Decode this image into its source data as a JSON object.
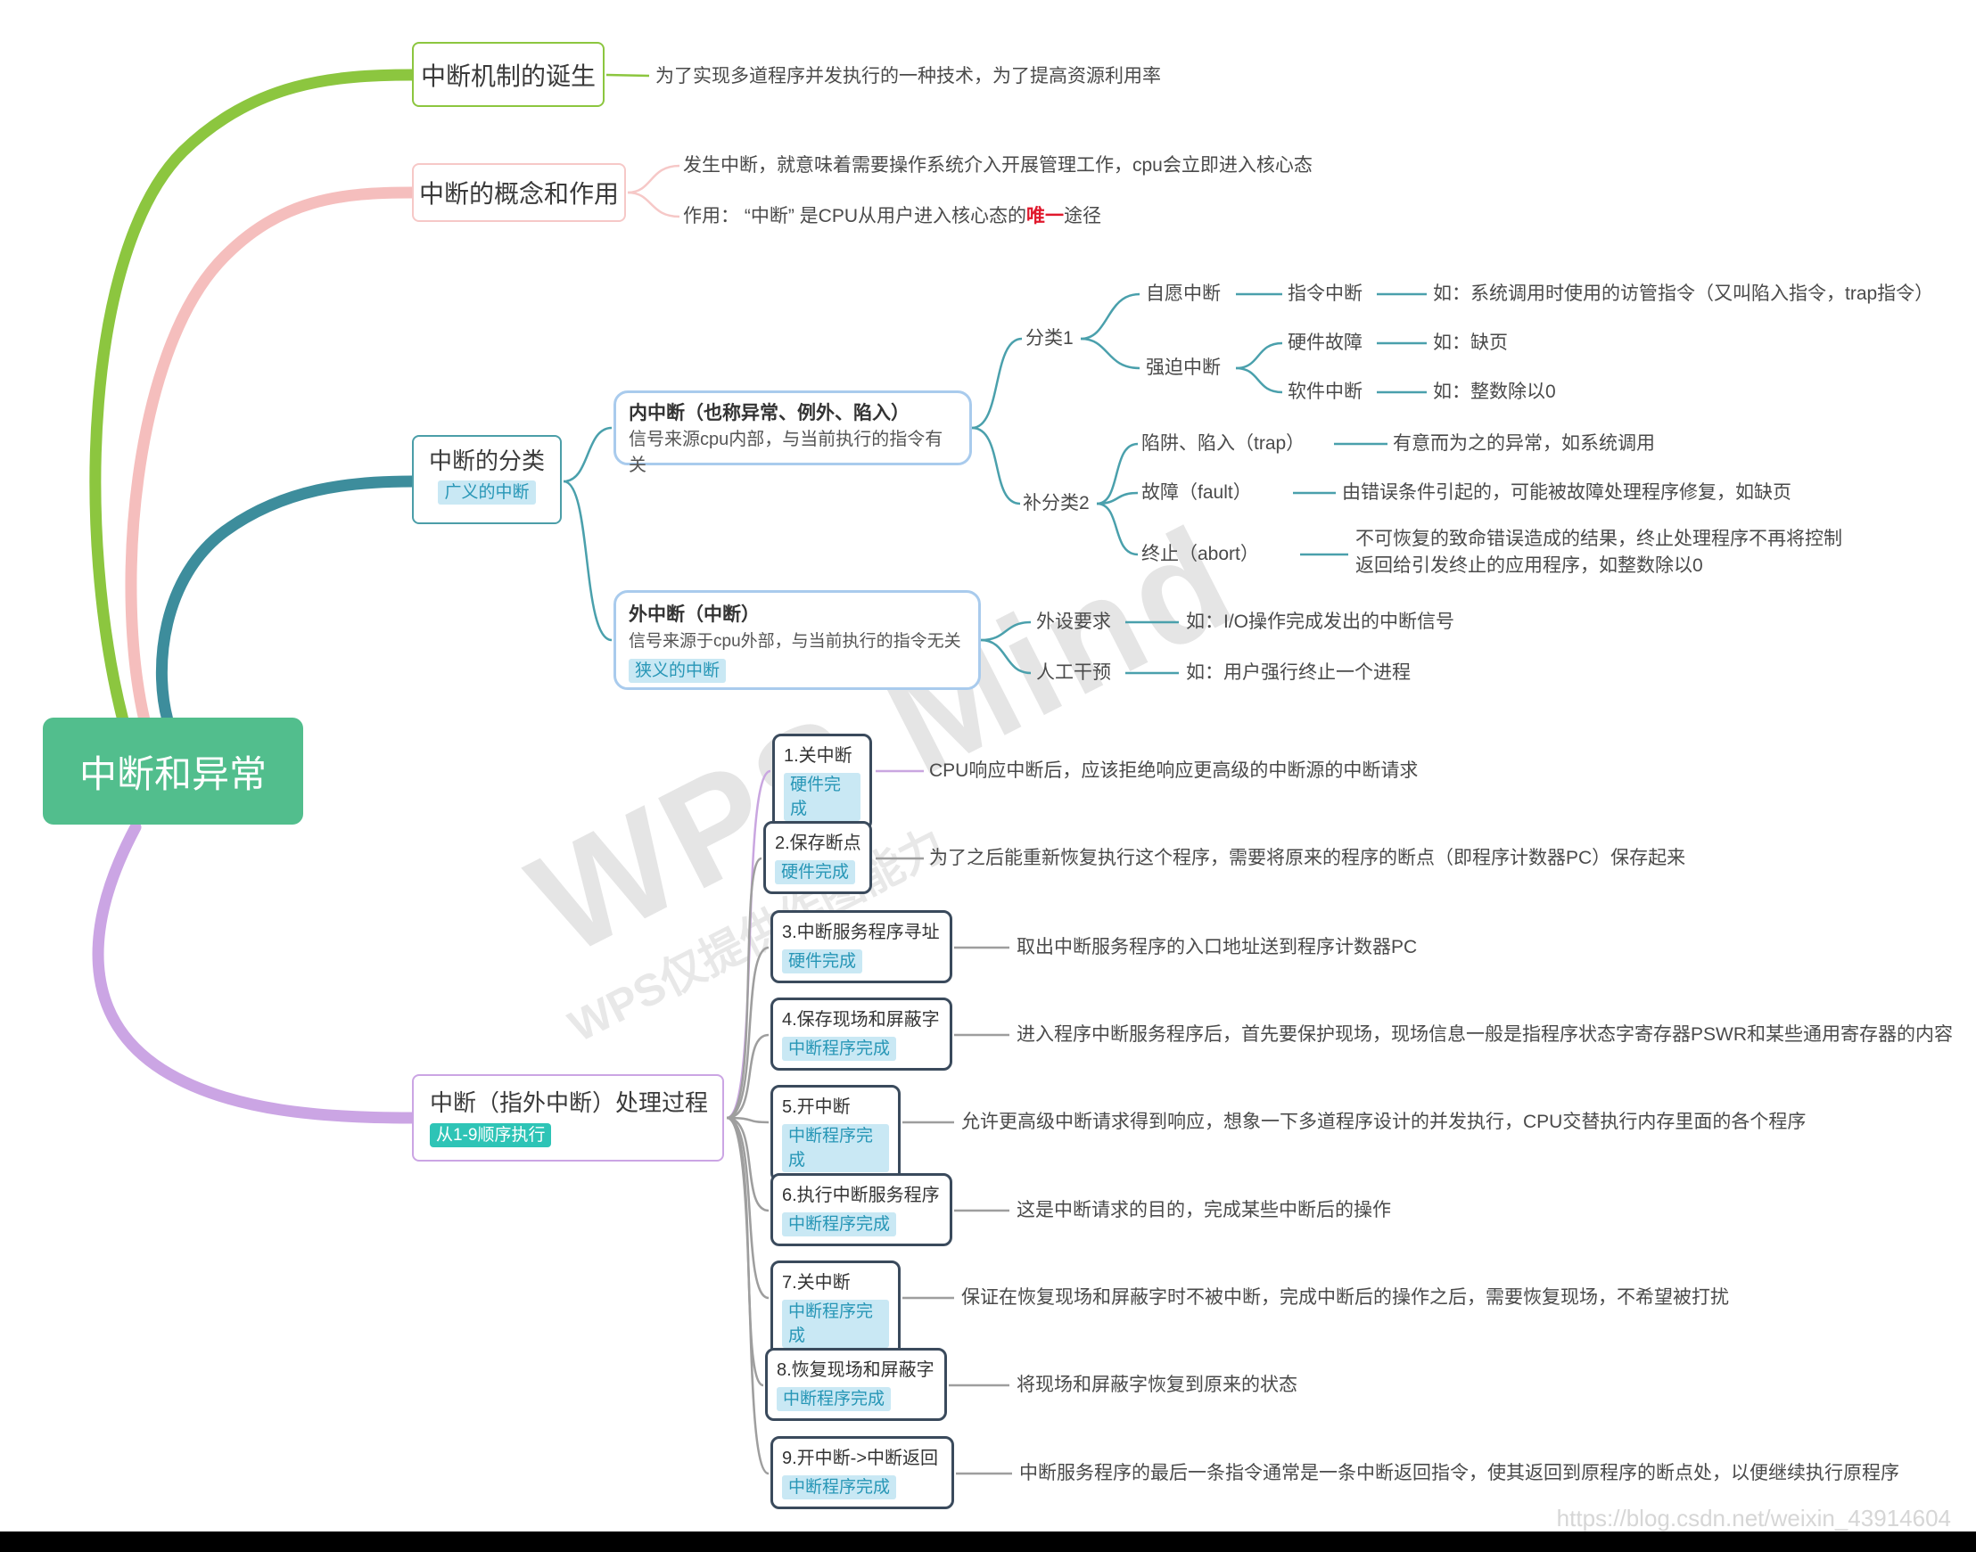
{
  "watermark": {
    "line1": "WPS Mind",
    "line2": "WPS仅提供作图能力"
  },
  "footer": {
    "url": "https://blog.csdn.net/weixin_43914604"
  },
  "root": {
    "label": "中断和异常"
  },
  "branch_birth": {
    "title": "中断机制的诞生",
    "note": "为了实现多道程序并发执行的一种技术，为了提高资源利用率"
  },
  "branch_concept": {
    "title": "中断的概念和作用",
    "note1": "发生中断，就意味着需要操作系统介入开展管理工作，cpu会立即进入核心态",
    "note2_prefix": "作用： “中断” 是CPU从用户进入核心态的",
    "note2_em": "唯一",
    "note2_suffix": "途径"
  },
  "branch_class": {
    "title": "中断的分类",
    "badge": "广义的中断",
    "inner": {
      "title": "内中断（也称异常、例外、陷入）",
      "subtitle": "信号来源cpu内部，与当前执行的指令有关",
      "cat1": {
        "label": "分类1",
        "voluntary": "自愿中断",
        "instruction": "指令中断",
        "instruction_note": "如：系统调用时使用的访管指令（又叫陷入指令，trap指令）",
        "forced": "强迫中断",
        "hardware": "硬件故障",
        "hardware_note": "如：缺页",
        "software": "软件中断",
        "software_note": "如：整数除以0"
      },
      "cat2": {
        "label": "补分类2",
        "trap": "陷阱、陷入（trap）",
        "trap_note": "有意而为之的异常，如系统调用",
        "fault": "故障（fault）",
        "fault_note": "由错误条件引起的，可能被故障处理程序修复，如缺页",
        "abort": "终止（abort）",
        "abort_note": "不可恢复的致命错误造成的结果，终止处理程序不再将控制返回给引发终止的应用程序，如整数除以0"
      }
    },
    "outer": {
      "title": "外中断（中断）",
      "subtitle": "信号来源于cpu外部，与当前执行的指令无关",
      "badge": "狭义的中断",
      "peripheral": "外设要求",
      "peripheral_note": "如：I/O操作完成发出的中断信号",
      "manual": "人工干预",
      "manual_note": "如：用户强行终止一个进程"
    }
  },
  "branch_process": {
    "title": "中断（指外中断）处理过程",
    "badge": "从1-9顺序执行",
    "steps": [
      {
        "title": "1.关中断",
        "tag": "硬件完成",
        "note": "CPU响应中断后，应该拒绝响应更高级的中断源的中断请求"
      },
      {
        "title": "2.保存断点",
        "tag": "硬件完成",
        "note": "为了之后能重新恢复执行这个程序，需要将原来的程序的断点（即程序计数器PC）保存起来"
      },
      {
        "title": "3.中断服务程序寻址",
        "tag": "硬件完成",
        "note": "取出中断服务程序的入口地址送到程序计数器PC"
      },
      {
        "title": "4.保存现场和屏蔽字",
        "tag": "中断程序完成",
        "note": "进入程序中断服务程序后，首先要保护现场，现场信息一般是指程序状态字寄存器PSWR和某些通用寄存器的内容"
      },
      {
        "title": "5.开中断",
        "tag": "中断程序完成",
        "note": "允许更高级中断请求得到响应，想象一下多道程序设计的并发执行，CPU交替执行内存里面的各个程序"
      },
      {
        "title": "6.执行中断服务程序",
        "tag": "中断程序完成",
        "note": "这是中断请求的目的，完成某些中断后的操作"
      },
      {
        "title": "7.关中断",
        "tag": "中断程序完成",
        "note": "保证在恢复现场和屏蔽字时不被中断，完成中断后的操作之后，需要恢复现场，不希望被打扰"
      },
      {
        "title": "8.恢复现场和屏蔽字",
        "tag": "中断程序完成",
        "note": "将现场和屏蔽字恢复到原来的状态"
      },
      {
        "title": "9.开中断->中断返回",
        "tag": "中断程序完成",
        "note": "中断服务程序的最后一条指令通常是一条中断返回指令，使其返回到原程序的断点处，以便继续执行原程序"
      }
    ]
  },
  "colors": {
    "root_green": "#52BE8D",
    "branch_green": "#8CC63F",
    "branch_pink": "#F5BEBD",
    "branch_teal": "#3D8D9C",
    "branch_purple": "#CBA5E4",
    "node_blue_border": "#A9CBED",
    "step_border": "#3A4A5C",
    "badge_blue_bg": "#C9E8F4",
    "badge_blue_text": "#2796B6",
    "badge_teal_bg": "#2EC4B6",
    "connector_gray": "#9E9E9E",
    "highlight_red": "#E0192D"
  }
}
